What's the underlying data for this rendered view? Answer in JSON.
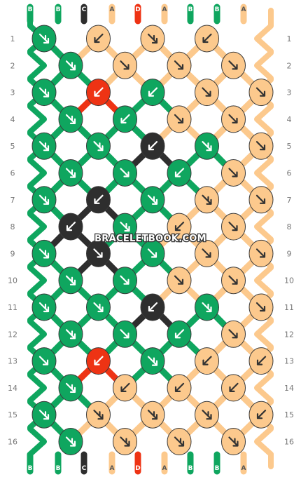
{
  "colors": {
    "B": "#0fa65f",
    "C": "#2e2e2e",
    "D": "#ee3314",
    "A": "#fcc98d"
  },
  "strands_top": [
    "B",
    "B",
    "C",
    "A",
    "D",
    "A",
    "B",
    "B",
    "A"
  ],
  "strands_bottom": [
    "B",
    "B",
    "C",
    "A",
    "D",
    "A",
    "B",
    "B",
    "A"
  ],
  "rows": [
    "1",
    "2",
    "3",
    "4",
    "5",
    "6",
    "7",
    "8",
    "9",
    "10",
    "11",
    "12",
    "13",
    "14",
    "15",
    "16"
  ],
  "watermark": "BRACELETBOOK.COM",
  "knot_icons": {
    "se": "arrow-down-right-icon",
    "sw": "arrow-down-left-icon",
    "se_back": "forward-backward-right-icon",
    "sw_back": "backward-forward-left-icon"
  },
  "knots": [
    [
      "B:sb",
      "A:sw",
      "A:sb",
      "A:sw"
    ],
    [
      "B:sb",
      "A:se",
      "A:se",
      "A:se"
    ],
    [
      "B:sb",
      "D:sw",
      "B:sw",
      "A:se",
      "A:se"
    ],
    [
      "B:sb",
      "B:sw",
      "A:se",
      "A:se"
    ],
    [
      "B:sb",
      "B:sb",
      "C:sw",
      "B:sb",
      "A:se"
    ],
    [
      "B:sb",
      "B:se",
      "B:sw",
      "A:se"
    ],
    [
      "B:sb",
      "C:sw",
      "B:sb",
      "A:sb",
      "A:se"
    ],
    [
      "C:sw",
      "B:sb",
      "A:sw",
      "A:se"
    ],
    [
      "B:sb",
      "C:se",
      "B:se",
      "A:se",
      "A:se"
    ],
    [
      "B:sb",
      "B:se",
      "A:se",
      "A:se"
    ],
    [
      "B:sb",
      "B:sb",
      "C:sw",
      "B:sb",
      "A:se"
    ],
    [
      "B:sb",
      "B:se",
      "B:sw",
      "A:se"
    ],
    [
      "B:se",
      "D:sw",
      "B:sb",
      "A:sw",
      "A:sw"
    ],
    [
      "B:sb",
      "A:sw",
      "A:sw",
      "A:sw"
    ],
    [
      "B:sb",
      "A:sb",
      "A:sb",
      "A:sb",
      "A:sw"
    ],
    [
      "B:sb",
      "A:sb",
      "A:sb",
      "A:sb"
    ]
  ]
}
